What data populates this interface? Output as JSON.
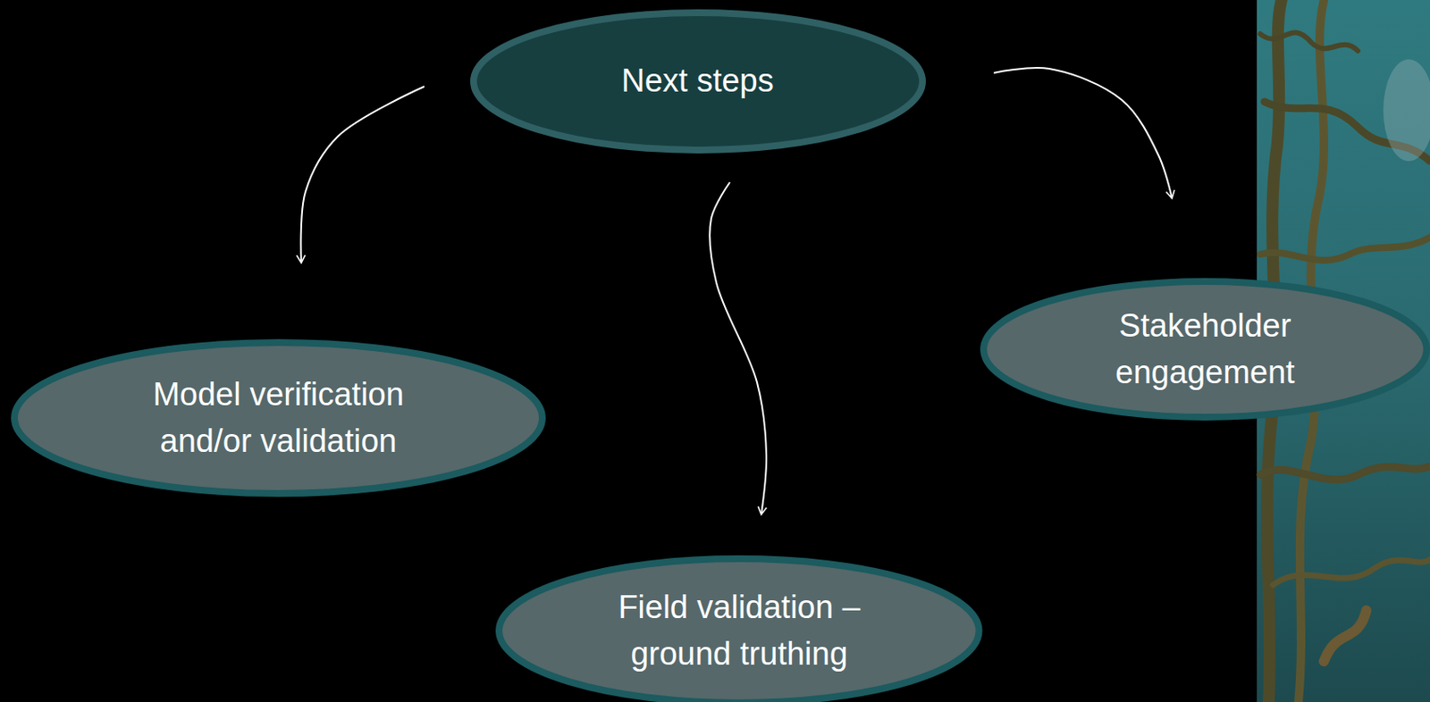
{
  "diagram": {
    "nodes": [
      {
        "text": [
          "Next steps"
        ]
      },
      {
        "text": [
          "Model verification and/or validation"
        ]
      },
      {
        "text": [
          "Field validation – ground truthing"
        ]
      },
      {
        "text": [
          "Stakeholder engagement"
        ]
      }
    ],
    "edges": [
      {
        "from": 0,
        "to": 1,
        "arrow": "to"
      },
      {
        "from": 0,
        "to": 2,
        "arrow": "to"
      },
      {
        "from": 0,
        "to": 3,
        "arrow": "to"
      }
    ]
  }
}
